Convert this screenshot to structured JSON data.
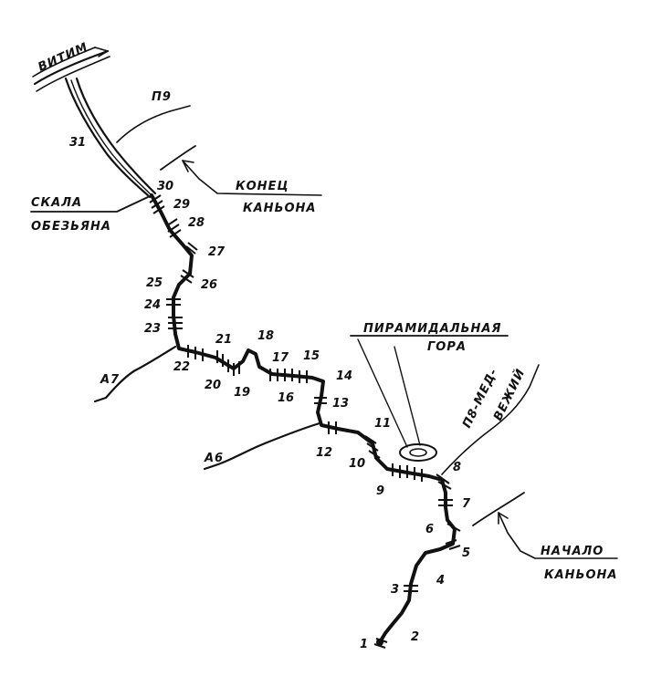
{
  "map": {
    "river_label": "ВИТИМ",
    "tributaries": [
      "П9",
      "А7",
      "А6",
      "П8-МЕДВЕЖИЙ"
    ],
    "tributary_parts": {
      "p8_line1": "П8-МЕД-",
      "p8_line2": "ВЕЖИЙ"
    },
    "landmarks": {
      "rock_line1": "СКАЛА",
      "rock_line2": "ОБЕЗЬЯНА",
      "mountain_line1": "ПИРАМИДАЛЬНАЯ",
      "mountain_line2": "ГОРА",
      "canyon_end_line1": "КОНЕЦ",
      "canyon_end_line2": "КАНЬОНА",
      "canyon_start_line1": "НАЧАЛО",
      "canyon_start_line2": "КАНЬОНА"
    },
    "rapids": [
      "1",
      "2",
      "3",
      "4",
      "5",
      "6",
      "7",
      "8",
      "9",
      "10",
      "11",
      "12",
      "13",
      "14",
      "15",
      "16",
      "17",
      "18",
      "19",
      "20",
      "21",
      "22",
      "23",
      "24",
      "25",
      "26",
      "27",
      "28",
      "29",
      "30",
      "31"
    ]
  }
}
